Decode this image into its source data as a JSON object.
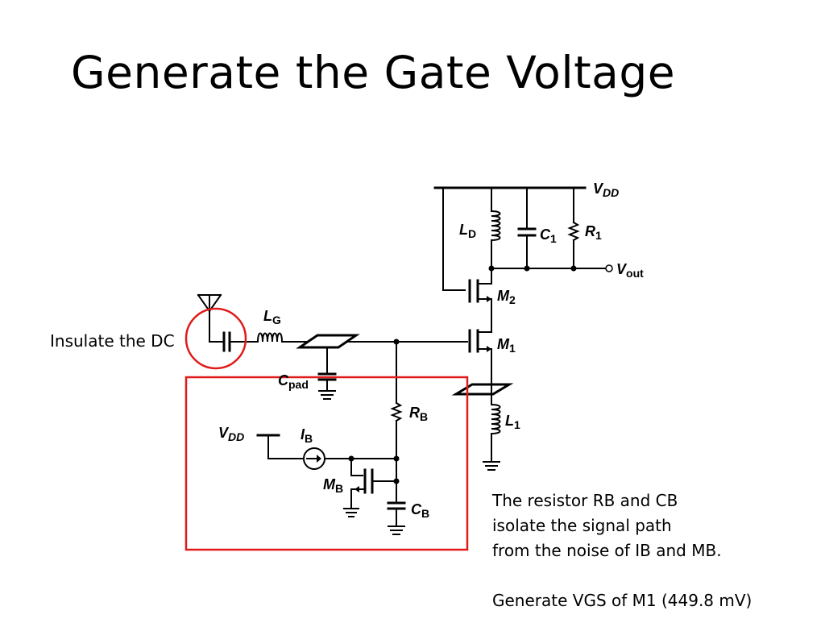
{
  "slide": {
    "title": "Generate the Gate Voltage",
    "note_dc": "Insulate the DC",
    "note_rb_lines": [
      "The resistor RB and CB",
      "isolate the signal path",
      "from the noise of IB and MB."
    ],
    "note_vgs": "Generate VGS of M1 (449.8 mV)"
  },
  "circuit": {
    "labels": {
      "vdd_top_main": "V",
      "vdd_top_sub": "DD",
      "ld_main": "L",
      "ld_sub": "D",
      "c1_main": "C",
      "c1_sub": "1",
      "r1_main": "R",
      "r1_sub": "1",
      "vout_main": "V",
      "vout_sub": "out",
      "m2_main": "M",
      "m2_sub": "2",
      "m1_main": "M",
      "m1_sub": "1",
      "lg_main": "L",
      "lg_sub": "G",
      "cpad_main": "C",
      "cpad_sub": "pad",
      "l1_main": "L",
      "l1_sub": "1",
      "rb_main": "R",
      "rb_sub": "B",
      "vdd_bias_main": "V",
      "vdd_bias_sub": "DD",
      "ib_main": "I",
      "ib_sub": "B",
      "mb_main": "M",
      "mb_sub": "B",
      "cb_main": "C",
      "cb_sub": "B"
    },
    "highlight_color": "#e01b1b",
    "wire_color": "#000000"
  }
}
